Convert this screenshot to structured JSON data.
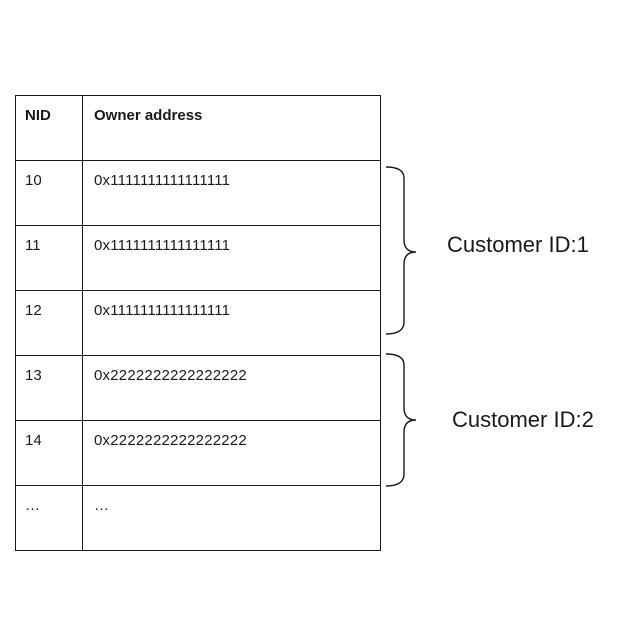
{
  "table": {
    "headers": [
      "NID",
      "Owner address"
    ],
    "rows": [
      {
        "nid": "10",
        "address": "0x1111111111111111"
      },
      {
        "nid": "11",
        "address": "0x1111111111111111"
      },
      {
        "nid": "12",
        "address": "0x1111111111111111"
      },
      {
        "nid": "13",
        "address": "0x2222222222222222"
      },
      {
        "nid": "14",
        "address": "0x2222222222222222"
      },
      {
        "nid": "…",
        "address": "…"
      }
    ]
  },
  "groups": [
    {
      "label": "Customer ID:1",
      "rows": [
        "10",
        "11",
        "12"
      ]
    },
    {
      "label": "Customer ID:2",
      "rows": [
        "13",
        "14"
      ]
    }
  ]
}
